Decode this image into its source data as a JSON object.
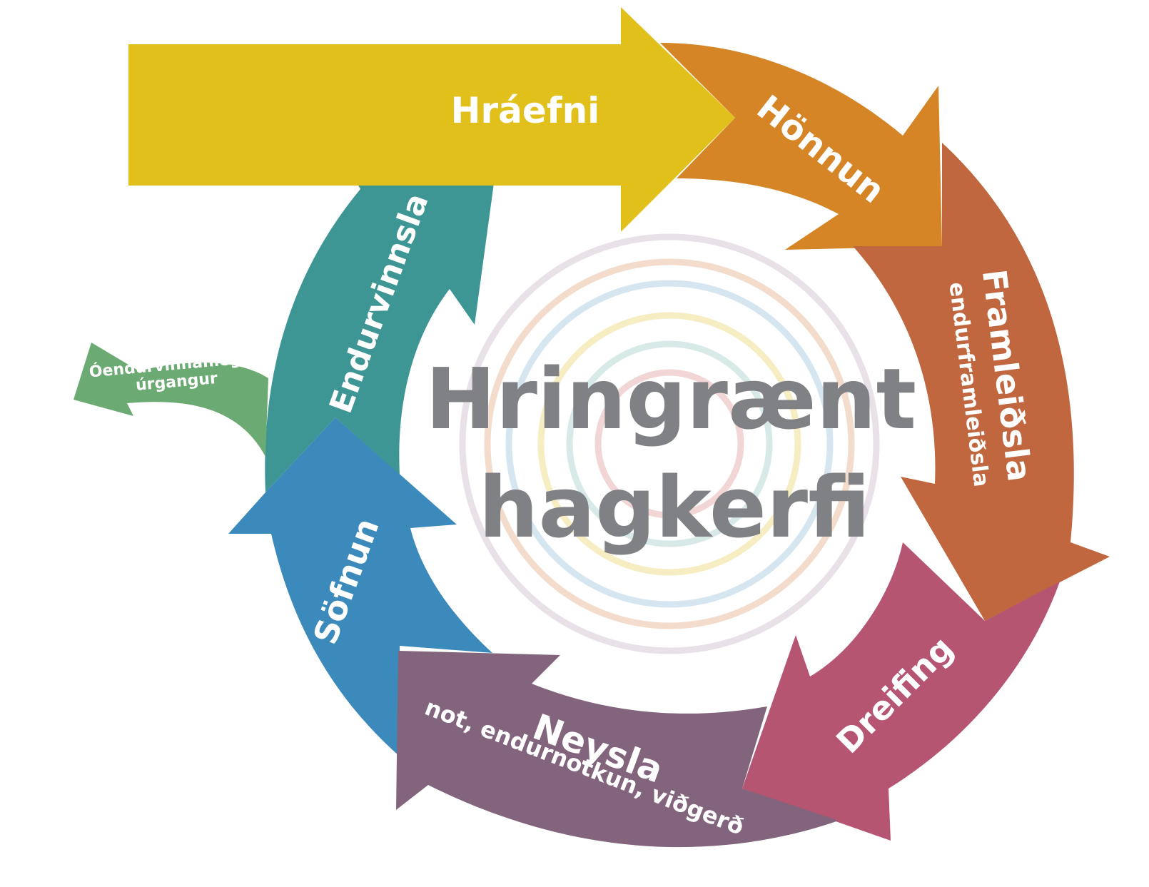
{
  "title": {
    "line1": "Hringrænt",
    "line2": "hagkerfi"
  },
  "stages": [
    {
      "id": "hraefni",
      "label": "Hráefni",
      "color": "#E1C01C"
    },
    {
      "id": "honnun",
      "label": "Hönnun",
      "color": "#D58526"
    },
    {
      "id": "framleidsla",
      "label": "Framleiðsla",
      "sub": "endurframleiðsla",
      "color": "#C1673F"
    },
    {
      "id": "dreifing",
      "label": "Dreifing",
      "color": "#B55572"
    },
    {
      "id": "neysla",
      "label": "Neysla",
      "sub": "not, endurnotkun, viðgerð",
      "color": "#82657C"
    },
    {
      "id": "sofnun",
      "label": "Söfnun",
      "color": "#3B8ABB"
    },
    {
      "id": "endurvinnsla",
      "label": "Endurvinnsla",
      "color": "#3E9694"
    }
  ],
  "waste": {
    "line1": "Óendurvinnanlegur",
    "line2": "úrgangur",
    "color": "#6BAA72"
  },
  "center_rings": [
    "#E8E1E8",
    "#F3DCCC",
    "#D6E6F1",
    "#F6EDC2",
    "#D8EAE7",
    "#F2D5D5"
  ]
}
